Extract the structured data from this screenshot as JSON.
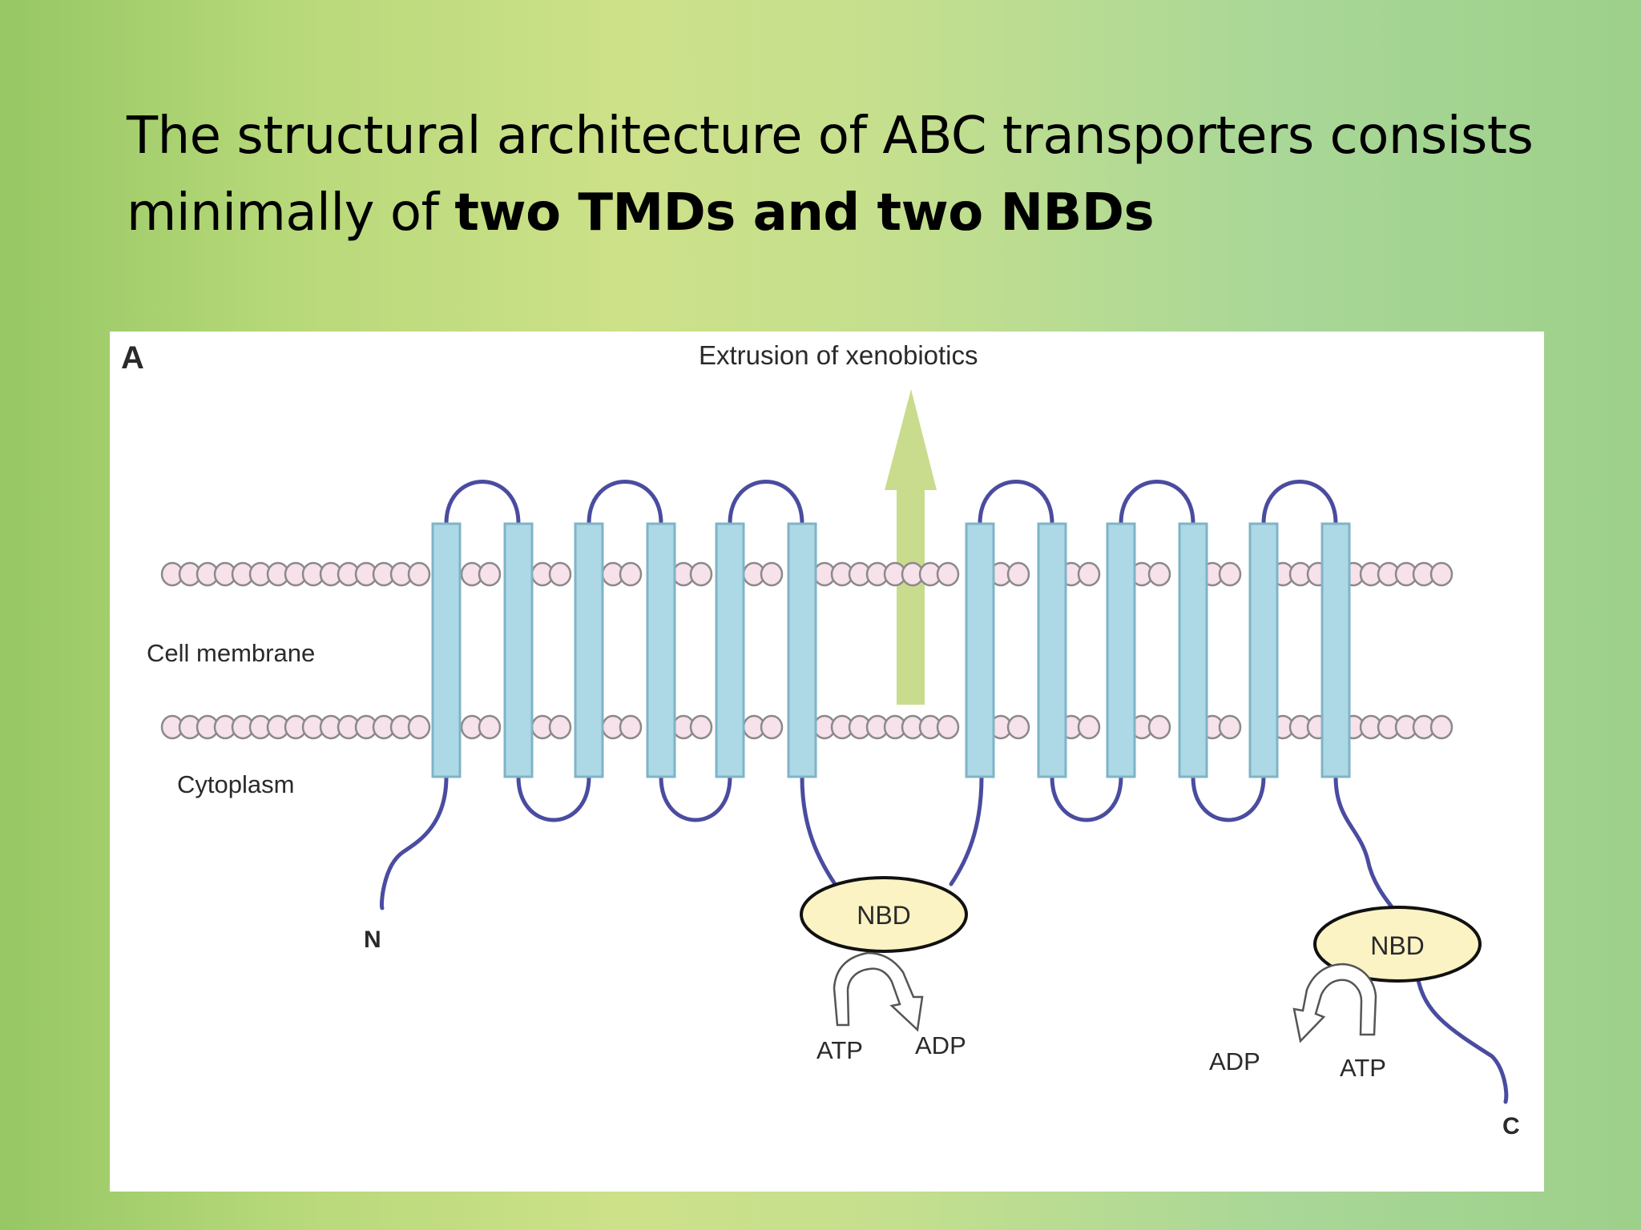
{
  "slide": {
    "title_line1": "The structural architecture of ABC transporters consists",
    "title_line2_prefix": "minimally of ",
    "title_line2_bold": "two TMDs and two NBDs"
  },
  "figure": {
    "panel_letter": "A",
    "top_label": "Extrusion of xenobiotics",
    "membrane_label": "Cell membrane",
    "cytoplasm_label": "Cytoplasm",
    "n_terminus": "N",
    "c_terminus": "C",
    "nbd_left": {
      "label": "NBD",
      "atp": "ATP",
      "adp": "ADP"
    },
    "nbd_right": {
      "label": "NBD",
      "adp": "ADP",
      "atp": "ATP"
    },
    "colors": {
      "helix_fill": "#add8e6",
      "helix_stroke": "#7fb4c6",
      "loop": "#4a4ca0",
      "lipid_head": "#f7e1ea",
      "lipid_stroke": "#8a8a8a",
      "arrow": "#c9dc8e",
      "nbd_fill": "#fbf3c4"
    }
  }
}
